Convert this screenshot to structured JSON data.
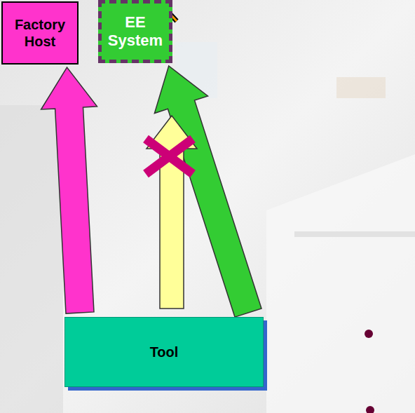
{
  "diagram": {
    "nodes": [
      {
        "text": [
          "Factory Host"
        ]
      },
      {
        "text": [
          "EE System"
        ]
      },
      {
        "text": [
          "Tool"
        ]
      }
    ],
    "edges": [
      {
        "from": 2,
        "to": 0,
        "arrow": "to"
      },
      {
        "from": 2,
        "to": 1,
        "arrow": "to"
      }
    ]
  }
}
